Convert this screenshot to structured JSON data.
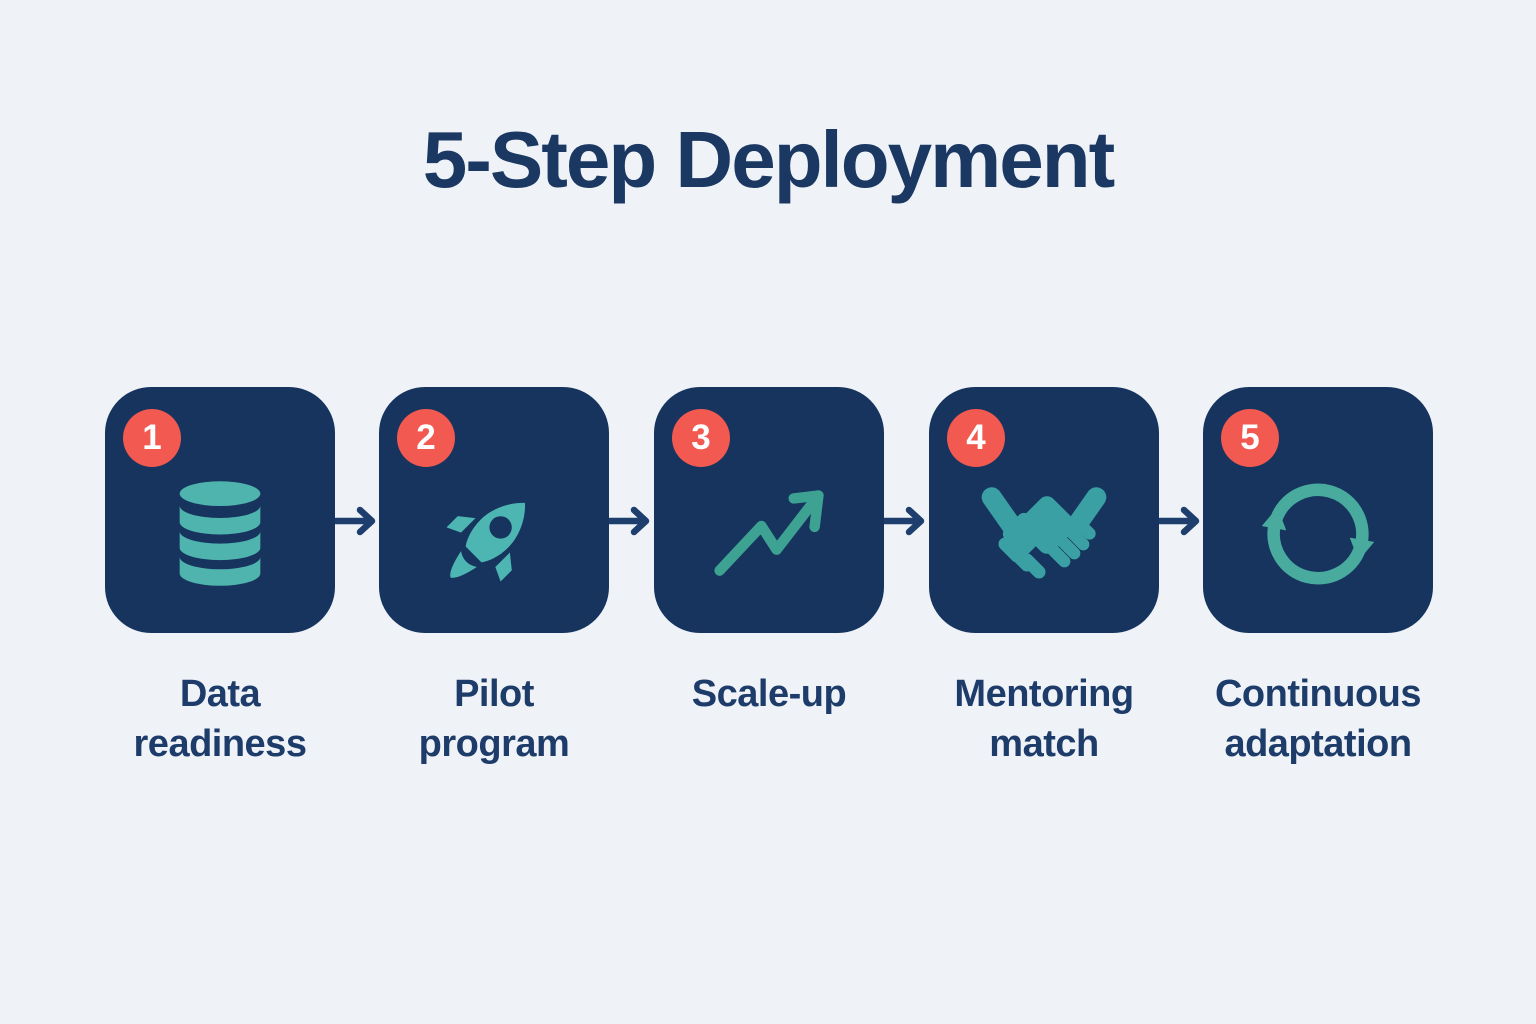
{
  "title": "5-Step Deployment",
  "colors": {
    "background": "#eff3f8",
    "card": "#16345d",
    "badge": "#f25950",
    "badge_text": "#ffffff",
    "title_text": "#1b3863",
    "label_text": "#1e3c69",
    "arrow": "#1e3f6d"
  },
  "steps": [
    {
      "number": "1",
      "label": "Data readiness",
      "label_lines": [
        "Data",
        "readiness"
      ],
      "icon": "database-icon",
      "icon_color": "#4fb3ae"
    },
    {
      "number": "2",
      "label": "Pilot program",
      "label_lines": [
        "Pilot",
        "program"
      ],
      "icon": "rocket-icon",
      "icon_color": "#4db5b2"
    },
    {
      "number": "3",
      "label": "Scale-up",
      "label_lines": [
        "Scale-up"
      ],
      "icon": "growth-arrow-icon",
      "icon_color": "#3ea293"
    },
    {
      "number": "4",
      "label": "Mentoring match",
      "label_lines": [
        "Mentoring",
        "match"
      ],
      "icon": "handshake-icon",
      "icon_color": "#3aa0a4"
    },
    {
      "number": "5",
      "label": "Continuous adaptation",
      "label_lines": [
        "Continuous",
        "adaptation"
      ],
      "icon": "refresh-icon",
      "icon_color": "#48ab9e"
    }
  ]
}
